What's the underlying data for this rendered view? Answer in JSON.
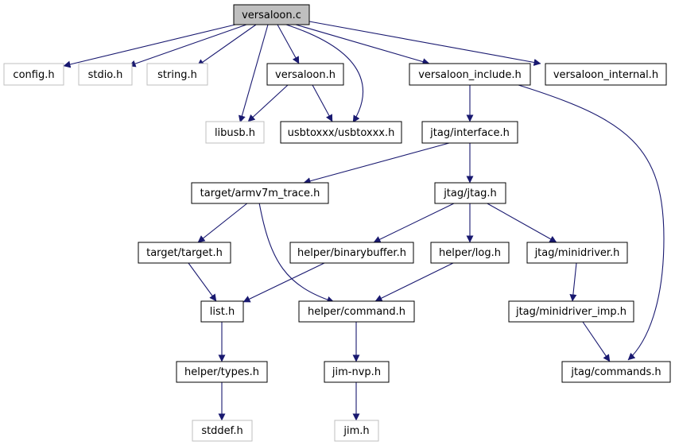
{
  "title": "versaloon.c",
  "colors": {
    "edge": "#191970",
    "node_border": "#000000",
    "node_border_external": "#bfbfbf",
    "root_fill": "#bfbfbf",
    "node_fill": "#ffffff"
  },
  "nodes": {
    "root": "versaloon.c",
    "config_h": "config.h",
    "stdio_h": "stdio.h",
    "string_h": "string.h",
    "versaloon_h": "versaloon.h",
    "versaloon_include_h": "versaloon_include.h",
    "versaloon_internal_h": "versaloon_internal.h",
    "libusb_h": "libusb.h",
    "usbtoxxx_h": "usbtoxxx/usbtoxxx.h",
    "jtag_interface_h": "jtag/interface.h",
    "armv7m_trace_h": "target/armv7m_trace.h",
    "jtag_jtag_h": "jtag/jtag.h",
    "target_target_h": "target/target.h",
    "binarybuffer_h": "helper/binarybuffer.h",
    "log_h": "helper/log.h",
    "minidriver_h": "jtag/minidriver.h",
    "list_h": "list.h",
    "command_h": "helper/command.h",
    "minidriver_imp_h": "jtag/minidriver_imp.h",
    "types_h": "helper/types.h",
    "jim_nvp_h": "jim-nvp.h",
    "jtag_commands_h": "jtag/commands.h",
    "stddef_h": "stddef.h",
    "jim_h": "jim.h"
  }
}
